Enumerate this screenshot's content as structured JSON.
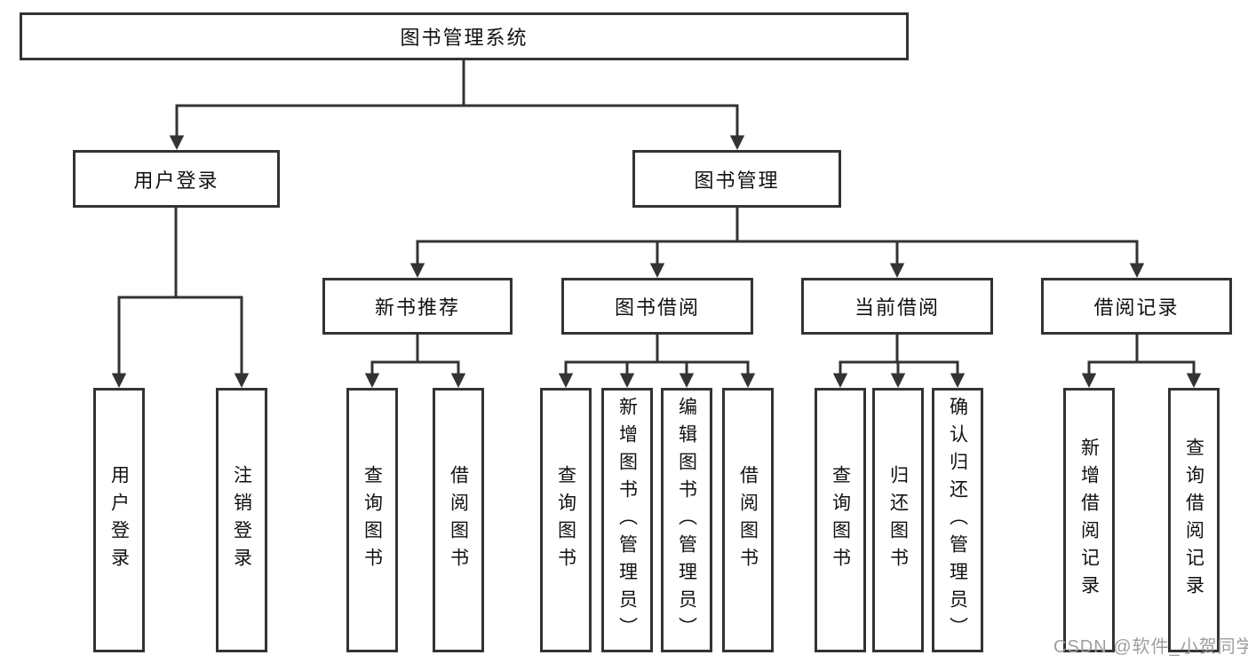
{
  "diagram": {
    "root_label": "图书管理系统",
    "user_login": {
      "label": "用户登录",
      "children": [
        "用户登录",
        "注销登录"
      ]
    },
    "book_management": {
      "label": "图书管理",
      "new_books": {
        "label": "新书推荐",
        "children": [
          "查询图书",
          "借阅图书"
        ]
      },
      "borrowing": {
        "label": "图书借阅",
        "children": [
          "查询图书",
          "新增图书（管理员）",
          "编辑图书（管理员）",
          "借阅图书"
        ]
      },
      "current": {
        "label": "当前借阅",
        "children": [
          "查询图书",
          "归还图书",
          "确认归还（管理员）"
        ]
      },
      "records": {
        "label": "借阅记录",
        "children": [
          "新增借阅记录",
          "查询借阅记录"
        ]
      }
    }
  },
  "watermark": "CSDN @软件_小贺同学",
  "colors": {
    "line": "#333333",
    "text": "#111111",
    "watermark": "#9e9e9e",
    "background": "#ffffff"
  }
}
